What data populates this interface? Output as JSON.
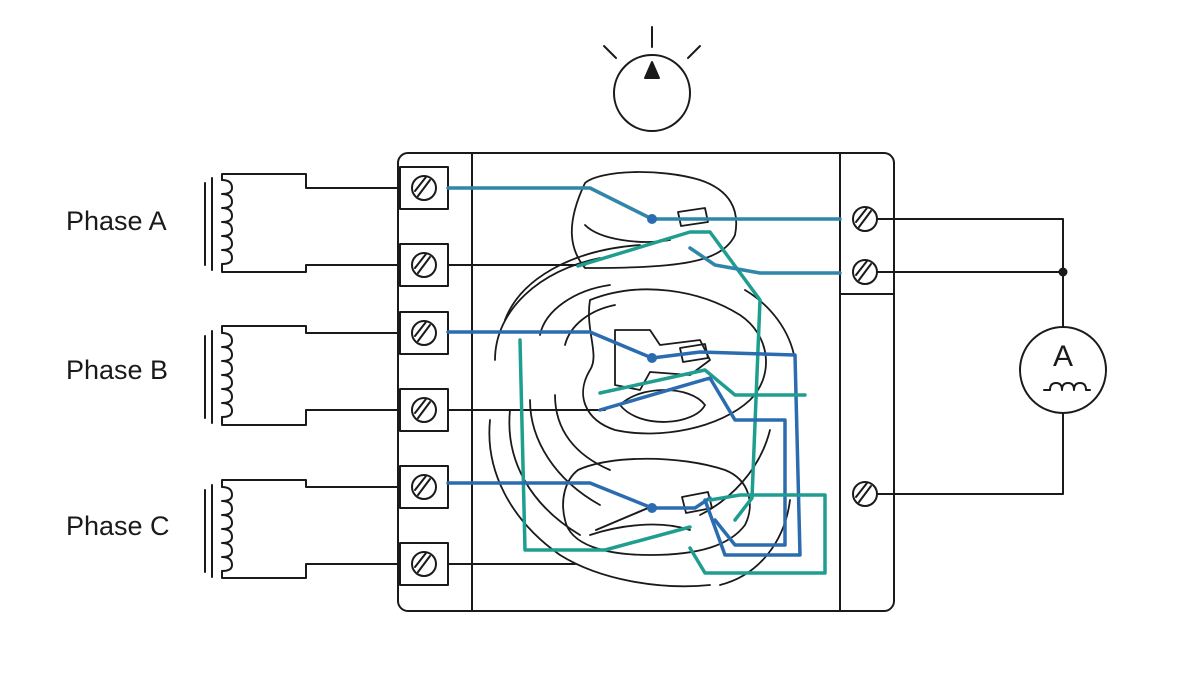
{
  "phases": [
    {
      "label": "Phase A"
    },
    {
      "label": "Phase B"
    },
    {
      "label": "Phase C"
    }
  ],
  "meter": {
    "symbol": "A"
  },
  "colors": {
    "line": "#1a1a1a",
    "blue_wire": "#2b6cb0",
    "teal_wire": "#1f9e8f",
    "steel_wire": "#2f86a8"
  },
  "icons": [
    "selector-knob-icon",
    "ammeter-icon",
    "coil-icon",
    "terminal-screw-icon"
  ]
}
